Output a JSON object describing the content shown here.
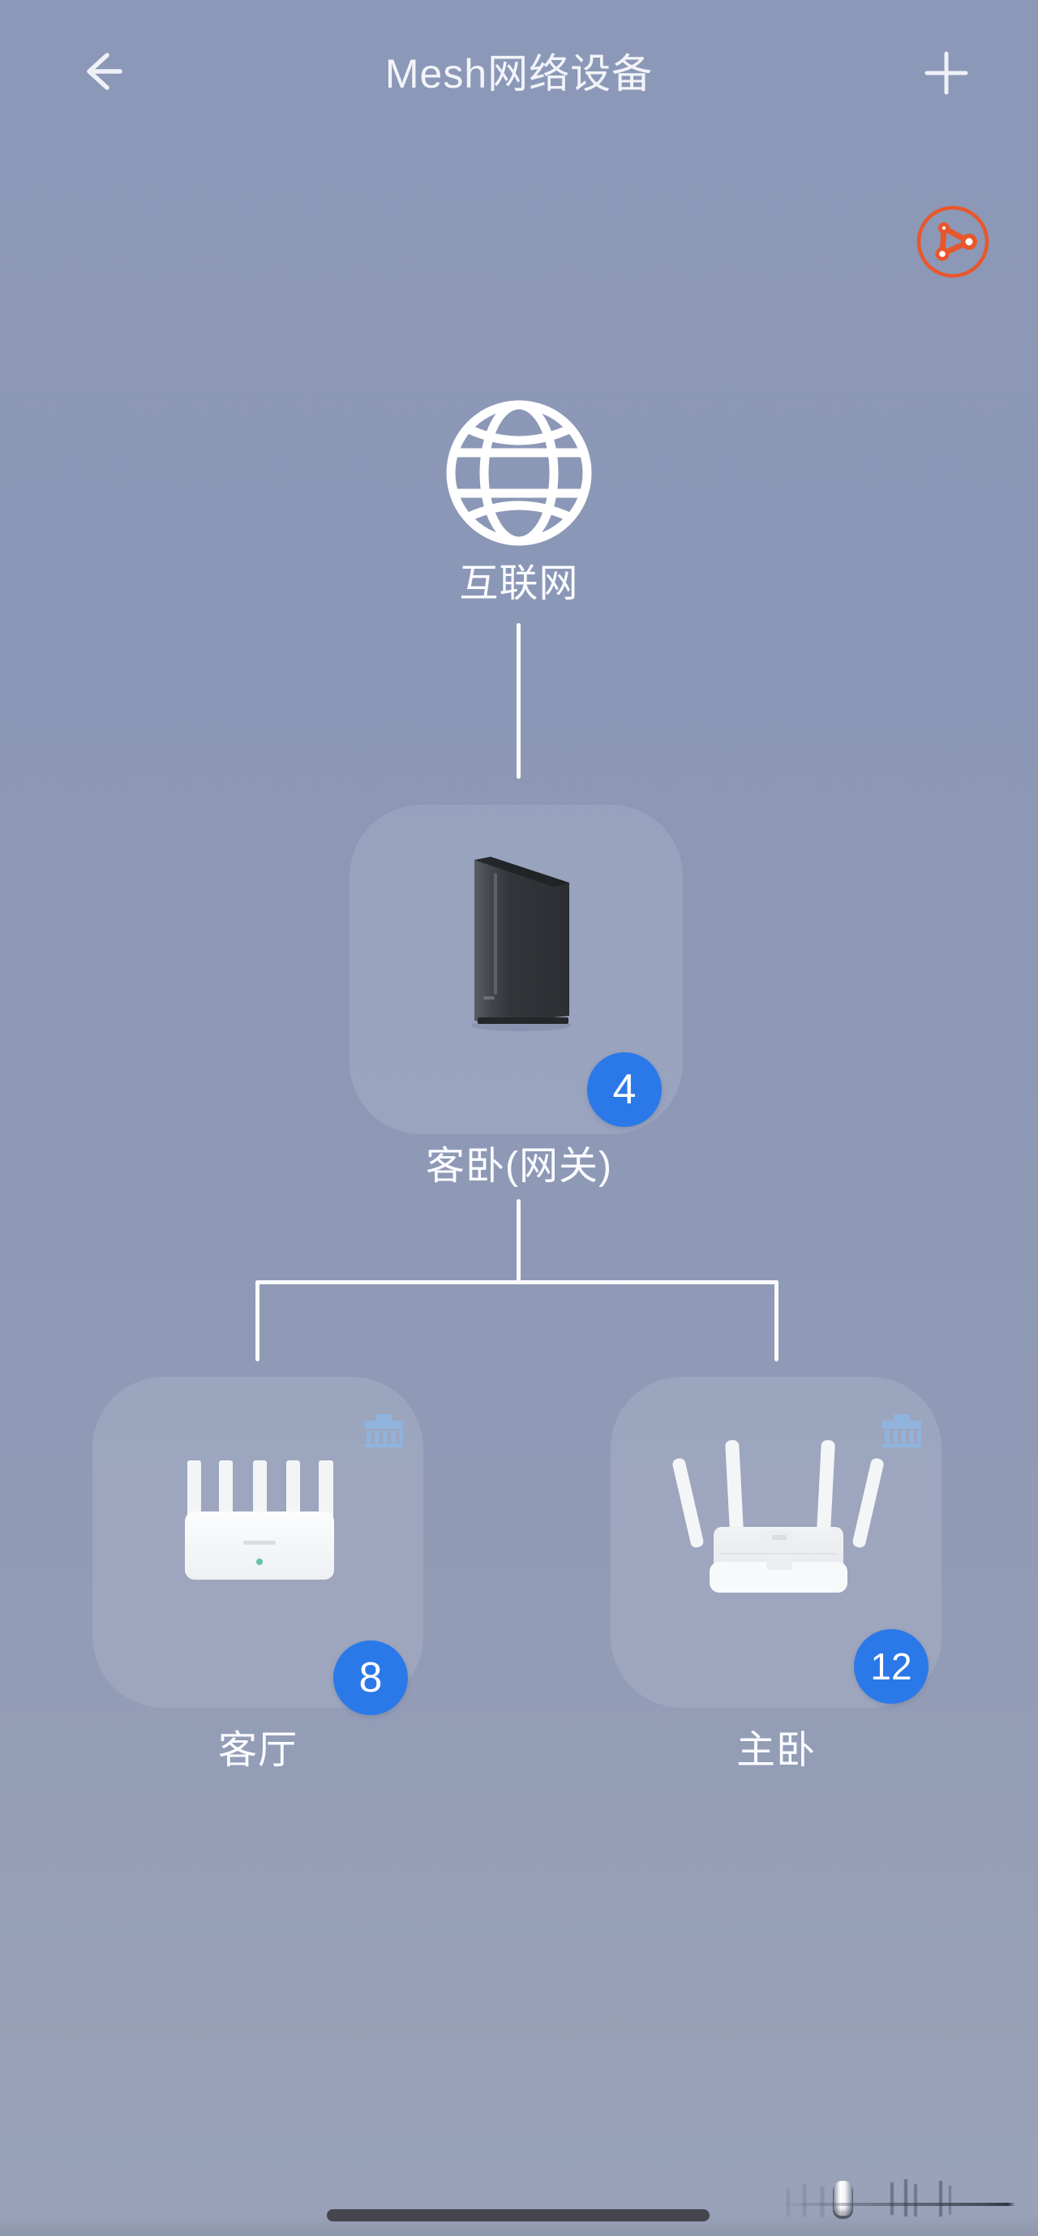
{
  "header": {
    "title": "Mesh网络设备"
  },
  "icons": {
    "back": "arrow-left",
    "add": "plus",
    "mesh_status": "mesh-topology-nodes",
    "internet": "globe-grid",
    "room_tag": "building-columns"
  },
  "colors": {
    "background_top": "#8c98b7",
    "background_bottom": "#98a1b7",
    "badge_blue": "#2b79e8",
    "mesh_orange": "#e8572b",
    "building_blue": "#8fb5e3",
    "connector_white": "#f8fafc",
    "home_indicator": "#46464e"
  },
  "topology": {
    "internet_label": "互联网",
    "gateway": {
      "label": "客卧(网关)",
      "client_count": "4"
    },
    "children": [
      {
        "label": "客厅",
        "client_count": "8"
      },
      {
        "label": "主卧",
        "client_count": "12"
      }
    ]
  }
}
